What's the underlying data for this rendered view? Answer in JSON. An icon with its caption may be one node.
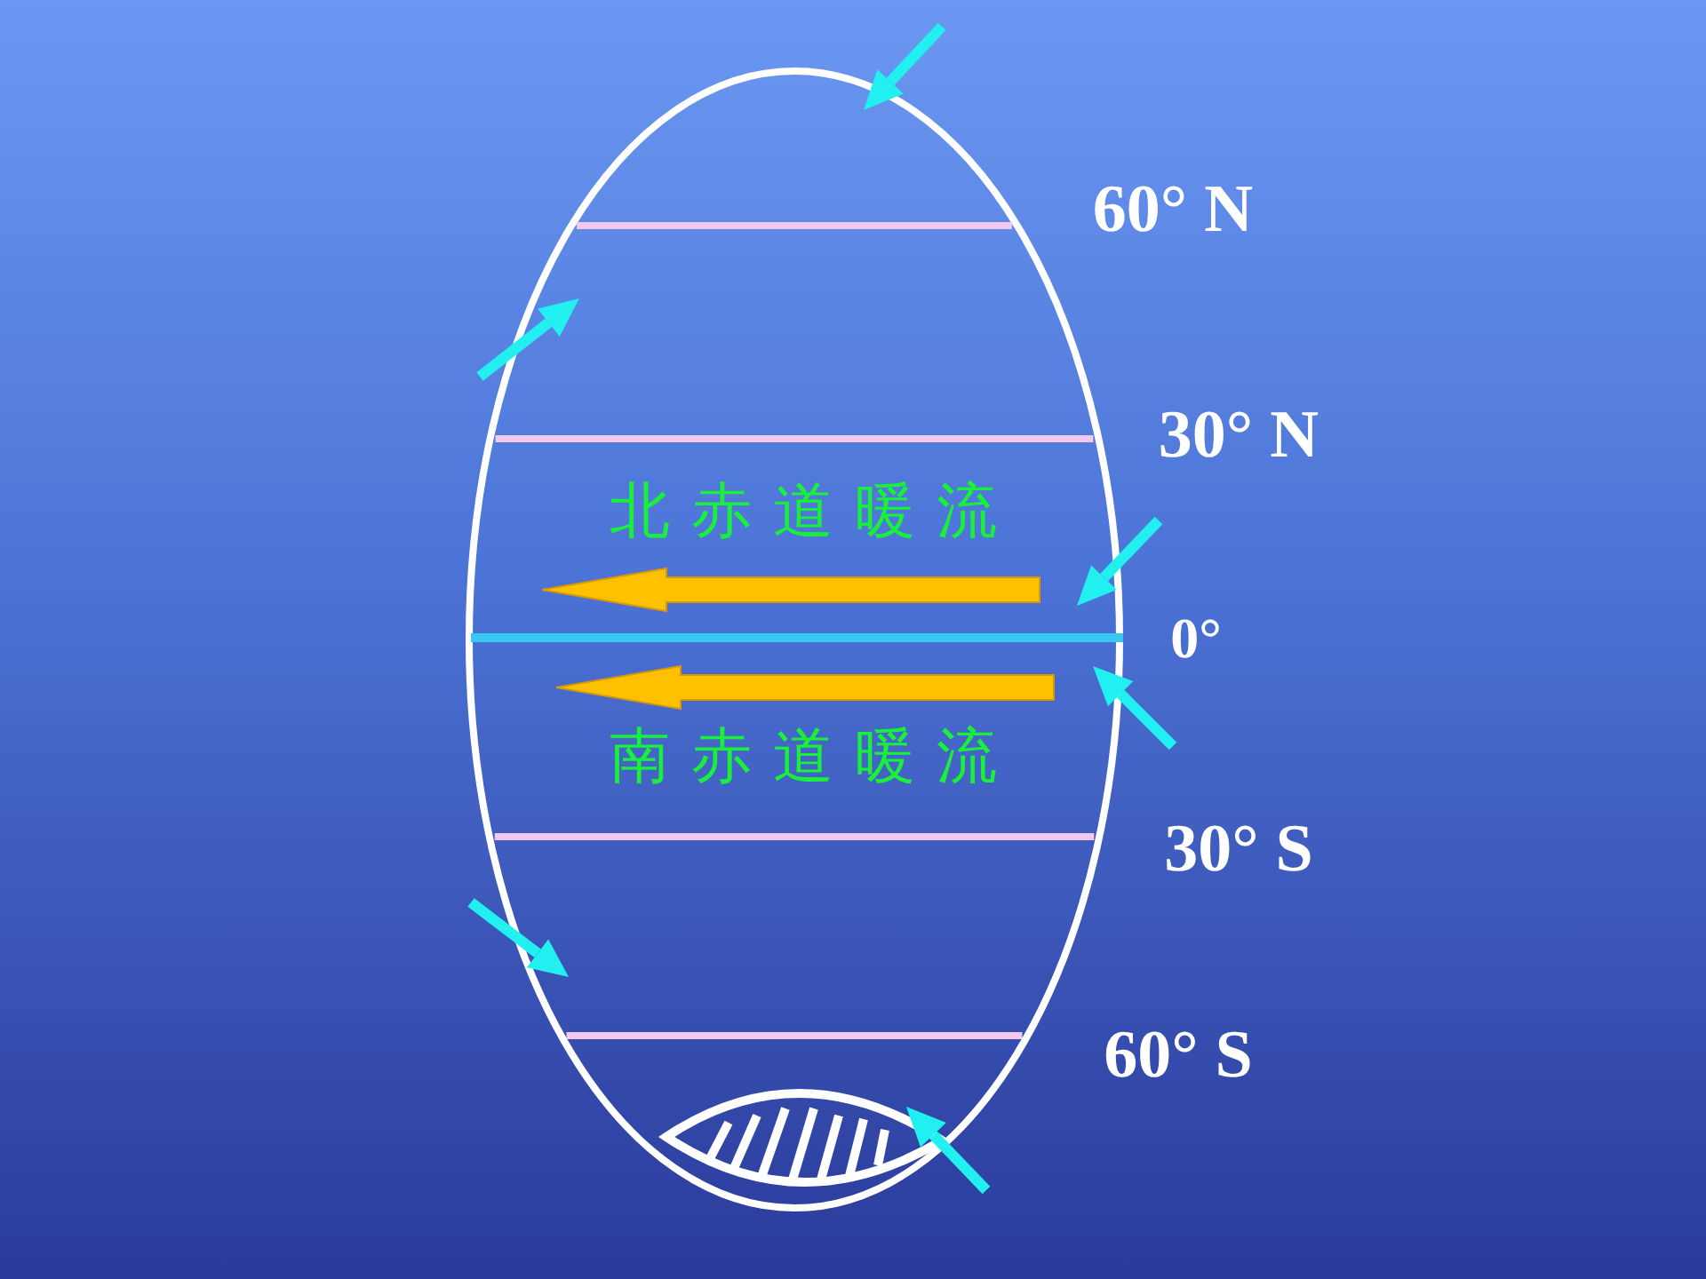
{
  "diagram": {
    "labels": [
      "60° N",
      "30° N",
      "北赤道暖流",
      "0°",
      "南赤道暖流",
      "30° S",
      "60° S"
    ]
  }
}
